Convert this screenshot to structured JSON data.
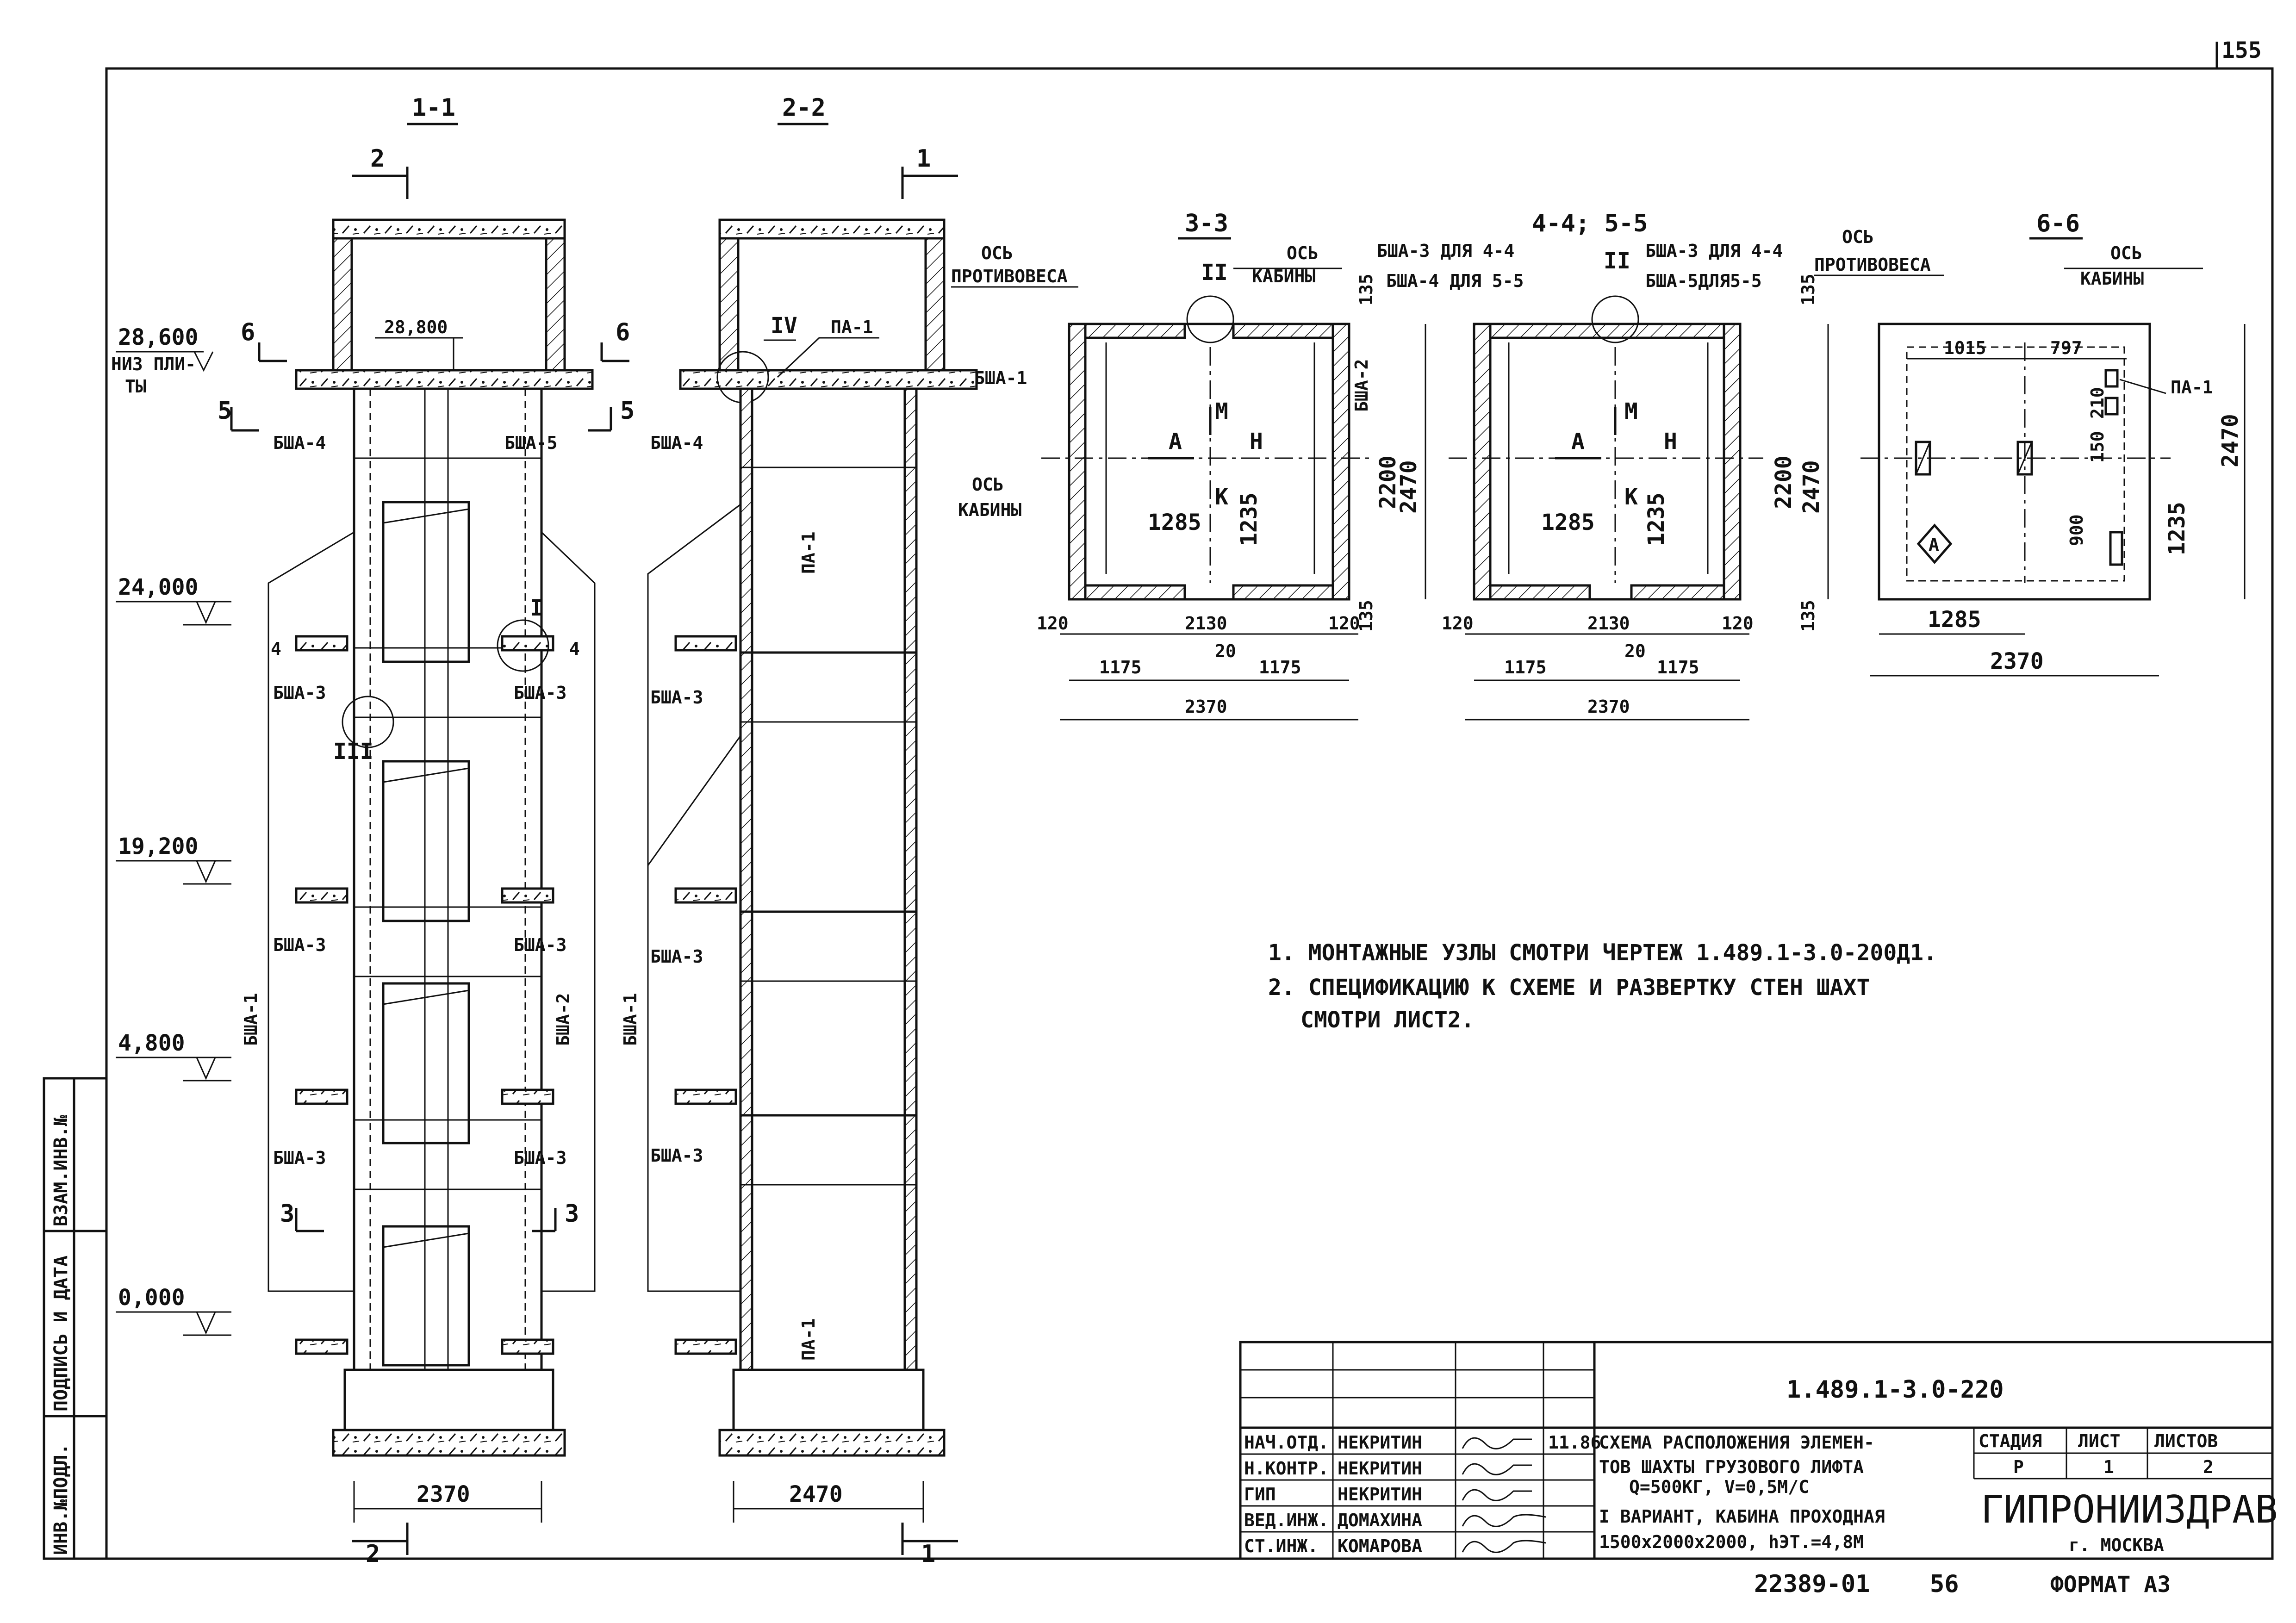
{
  "sheet_corner": "155",
  "sections": {
    "s11": "1-1",
    "s22": "2-2",
    "s33": "3-3",
    "s4455": "4-4; 5-5",
    "s66": "6-6"
  },
  "cut_marks": {
    "c1": "1",
    "c2": "2",
    "c3": "3",
    "c4": "4",
    "c5": "5",
    "c6": "6"
  },
  "levels": {
    "l28600": "28,600",
    "l28600_note_a": "НИЗ ПЛИ-",
    "l28600_note_b": "ТЫ",
    "l28800": "28,800",
    "l24000": "24,000",
    "l19200": "19,200",
    "l4800": "4,800",
    "l0": "0,000"
  },
  "elements": {
    "bsha1": "БША-1",
    "bsha2": "БША-2",
    "bsha3": "БША-3",
    "bsha4": "БША-4",
    "bsha5": "БША-5",
    "pa1": "ПА-1",
    "bsha3_44": "БША-3 ДЛЯ 4-4",
    "bsha4_55": "БША-4 ДЛЯ 5-5",
    "bsha5_55": "БША-5ДЛЯ5-5"
  },
  "nodes": {
    "n1": "I",
    "n2": "II",
    "n3": "III",
    "n4": "IV"
  },
  "axes": {
    "os": "ОСЬ",
    "protivovesa": "ПРОТИВОВЕСА",
    "kabiny": "КАБИНЫ"
  },
  "plan_letters": {
    "a": "А",
    "n": "Н",
    "m": "М",
    "k": "К"
  },
  "dimensions": {
    "d2370": "2370",
    "d2470": "2470",
    "d2130": "2130",
    "d2200": "2200",
    "d1175": "1175",
    "d20": "20",
    "d120": "120",
    "d135": "135",
    "d1285": "1285",
    "d1235": "1235",
    "d1015": "1015",
    "d797": "797",
    "d900": "900",
    "d150": "150",
    "d210": "210"
  },
  "notes": {
    "n1": "1. МОНТАЖНЫЕ УЗЛЫ СМОТРИ ЧЕРТЕЖ 1.489.1-3.0-200Д1.",
    "n2a": "2. СПЕЦИФИКАЦИЮ К СХЕМЕ И РАЗВЕРТКУ СТЕН ШАХТ",
    "n2b": "СМОТРИ ЛИСТ2."
  },
  "side_stamp": {
    "inv_podl": "ИНВ.№ПОДЛ.",
    "podpis": "ПОДПИСЬ И ДАТА",
    "vzam": "ВЗАМ.ИНВ.№"
  },
  "title_block": {
    "code": "1.489.1-3.0-220",
    "rows": [
      {
        "role": "НАЧ.ОТД.",
        "name": "НЕКРИТИН",
        "date": "11.86"
      },
      {
        "role": "Н.КОНТР.",
        "name": "НЕКРИТИН",
        "date": ""
      },
      {
        "role": "ГИП",
        "name": "НЕКРИТИН",
        "date": ""
      },
      {
        "role": "ВЕД.ИНЖ.",
        "name": "ДОМАХИНА",
        "date": ""
      },
      {
        "role": "СТ.ИНЖ.",
        "name": "КОМАРОВА",
        "date": ""
      }
    ],
    "title_lines": [
      "СХЕМА РАСПОЛОЖЕНИЯ ЭЛЕМЕН-",
      "ТОВ ШАХТЫ ГРУЗОВОГО ЛИФТА",
      "Q=500КГ, V=0,5М/С",
      "I ВАРИАНТ, КАБИНА ПРОХОДНАЯ",
      "1500х2000х2000, hЭТ.=4,8М"
    ],
    "stage_label": "СТАДИЯ",
    "sheet_label": "ЛИСТ",
    "sheets_label": "ЛИСТОВ",
    "stage": "Р",
    "sheet": "1",
    "sheets": "2",
    "org": "ГИПРОНИИЗДРАВ",
    "city": "г. МОСКВА"
  },
  "bottom": {
    "archive": "22389-01",
    "page": "56",
    "format": "ФОРМАТ А3"
  }
}
